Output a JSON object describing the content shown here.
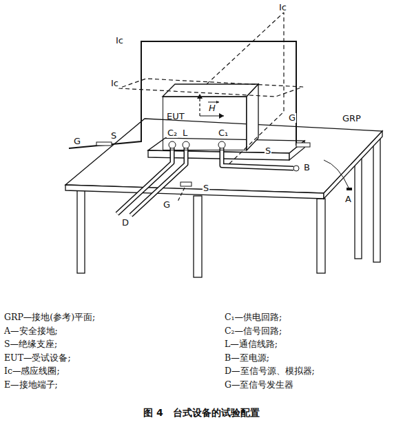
{
  "diagram": {
    "caption": "图 4　台式设备的试验配置",
    "nodes": [
      {
        "text": [
          "EUT"
        ]
      }
    ],
    "labels": [
      "Ic",
      "Ic",
      "Ic",
      "H",
      "C₂",
      "L",
      "C₁",
      "G",
      "S",
      "G",
      "GRP",
      "S",
      "B",
      "A",
      "S",
      "G",
      "D",
      "GRP—接地(参考)平面;",
      "A—安全接地;",
      "S—绝缘支座;",
      "EUT—受试设备;",
      "Ic—感应线圈;",
      "E—接地端子;",
      "C₁—供电回路;",
      "C₂—信号回路;",
      "L—通信线路;",
      "B—至电源;",
      "D—至信号源、模拟器;",
      "G—至信号发生器"
    ]
  }
}
